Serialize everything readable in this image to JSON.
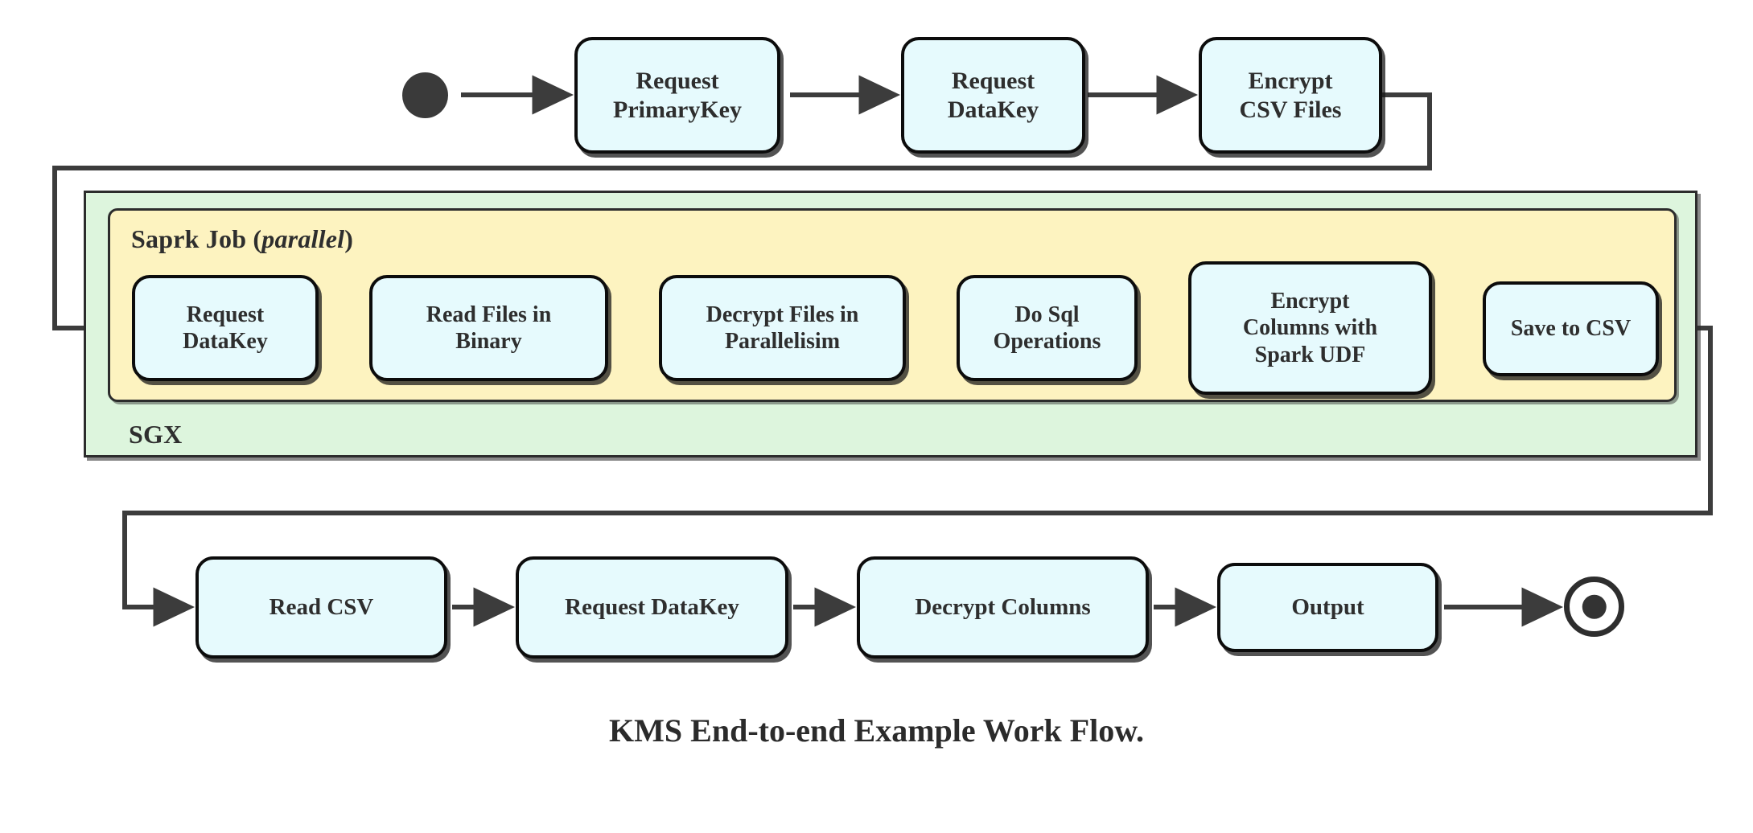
{
  "diagram": {
    "title": "KMS End-to-end Example Work Flow.",
    "colors": {
      "node_fill": "#e6fafd",
      "node_stroke": "#0c0c0c",
      "sgx_fill": "#ddf5dd",
      "spark_fill": "#fdf3c0",
      "wire": "#3c3c3c",
      "text": "#2e2e2e",
      "page_background": "#ffffff"
    },
    "markers": {
      "start": "start-node-filled-circle",
      "end": "end-node-bullseye-circle",
      "arrow": "arrow-head-triangle"
    },
    "containers": {
      "sgx": {
        "label": "SGX"
      },
      "spark": {
        "label_main": "Saprk Job",
        "label_modifier": "parallel",
        "label_open_paren": "(",
        "label_close_paren": ")"
      }
    },
    "rows": {
      "top": {
        "name": "top-flow-row",
        "nodes": [
          {
            "id": "request-primarykey",
            "lines": [
              "Request",
              "PrimaryKey"
            ]
          },
          {
            "id": "request-datakey-top",
            "lines": [
              "Request",
              "DataKey"
            ]
          },
          {
            "id": "encrypt-csv-files",
            "lines": [
              "Encrypt",
              "CSV Files"
            ]
          }
        ]
      },
      "spark": {
        "name": "spark-job-row",
        "nodes": [
          {
            "id": "request-datakey-spark",
            "lines": [
              "Request",
              "DataKey"
            ]
          },
          {
            "id": "read-files-in-binary",
            "lines": [
              "Read Files in",
              "Binary"
            ]
          },
          {
            "id": "decrypt-files-in-parallelisim",
            "lines": [
              "Decrypt Files in",
              "Parallelisim"
            ]
          },
          {
            "id": "do-sql-operations",
            "lines": [
              "Do Sql",
              "Operations"
            ]
          },
          {
            "id": "encrypt-columns-with-spark-udf",
            "lines": [
              "Encrypt",
              "Columns with",
              "Spark UDF"
            ]
          },
          {
            "id": "save-to-csv",
            "lines": [
              "Save to CSV"
            ]
          }
        ]
      },
      "bottom": {
        "name": "bottom-flow-row",
        "nodes": [
          {
            "id": "read-csv",
            "lines": [
              "Read CSV"
            ]
          },
          {
            "id": "request-datakey-bottom",
            "lines": [
              "Request DataKey"
            ]
          },
          {
            "id": "decrypt-columns",
            "lines": [
              "Decrypt Columns"
            ]
          },
          {
            "id": "output",
            "lines": [
              "Output"
            ]
          }
        ]
      }
    }
  }
}
